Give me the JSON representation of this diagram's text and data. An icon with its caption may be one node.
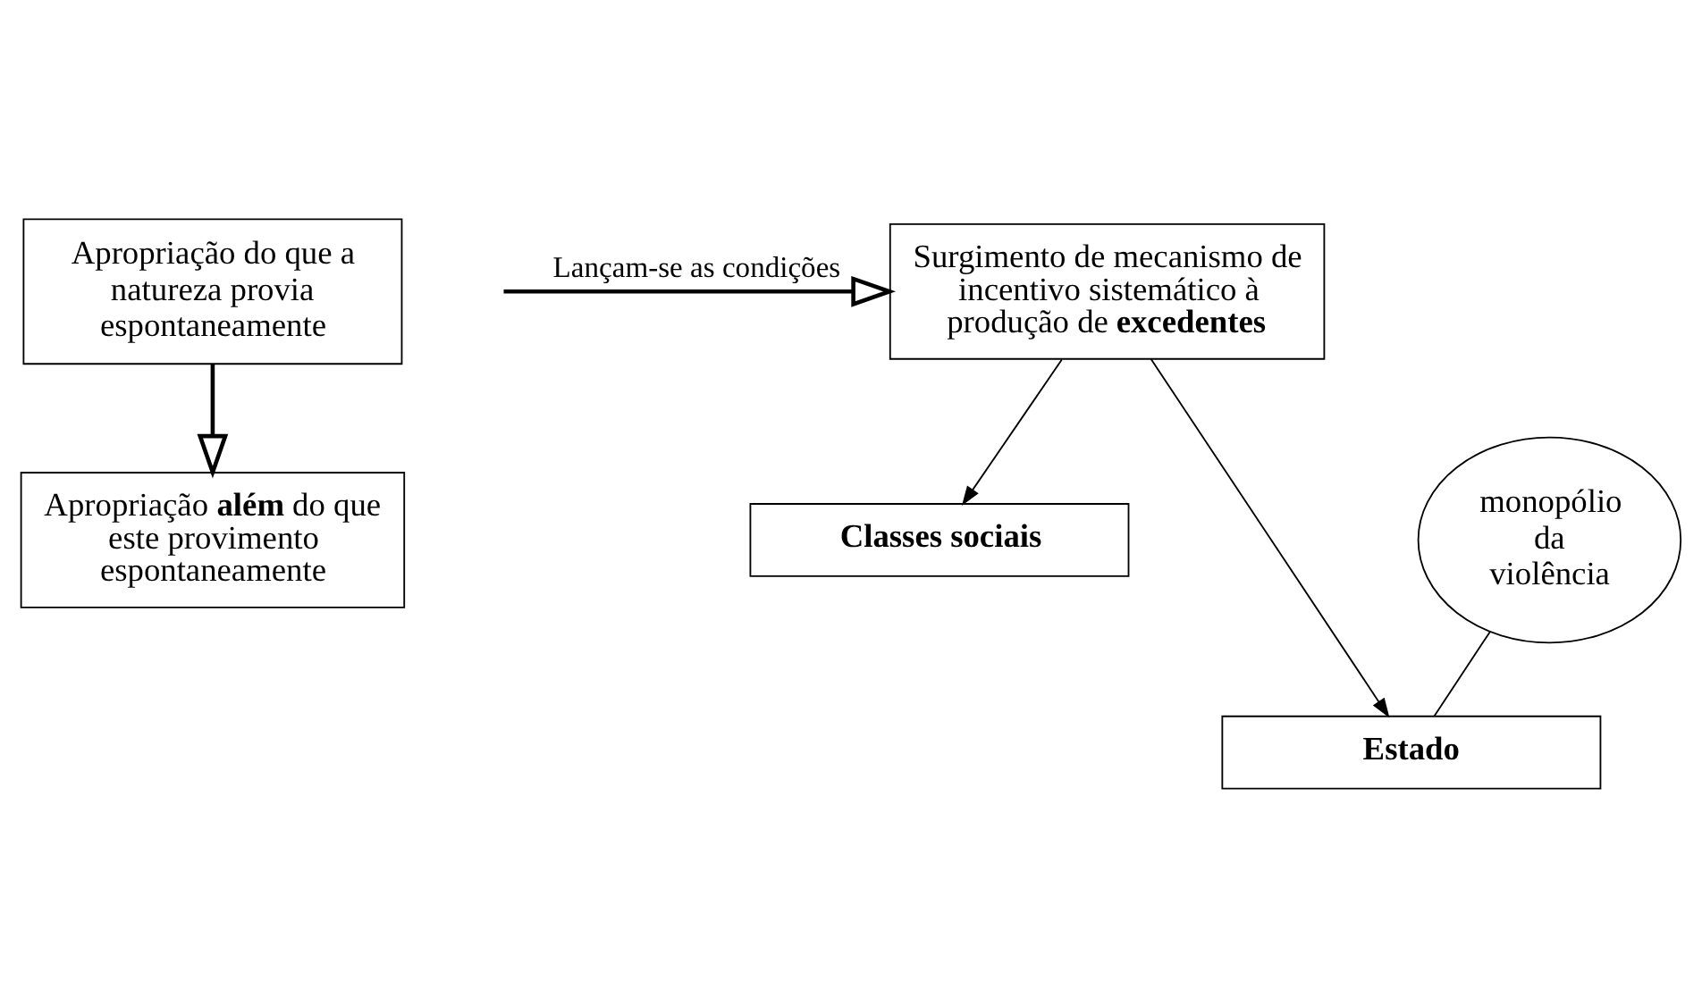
{
  "diagram": {
    "nodes": [
      {
        "text": [
          "Apropriação do que a natureza provia espontaneamente"
        ]
      },
      {
        "text": [
          "Apropriação **além** do que este provimento espontaneamente"
        ]
      },
      {
        "text": [
          "Surgimento de mecanismo de incentivo sistemático à produção de **excedentes**"
        ]
      },
      {
        "text": [
          "Classes sociais"
        ]
      },
      {
        "text": [
          "Estado"
        ]
      },
      {
        "text": [
          "monopólio da violência"
        ]
      }
    ],
    "edges": [
      {
        "from": 0,
        "to": 1,
        "arrow": "to"
      },
      {
        "from": null,
        "to": 2,
        "arrow": "to",
        "label": "Lançam-se as condições"
      },
      {
        "from": 2,
        "to": 3,
        "arrow": "to"
      },
      {
        "from": 2,
        "to": 4,
        "arrow": "to"
      },
      {
        "from": 5,
        "to": 4,
        "arrow": "none"
      }
    ]
  }
}
